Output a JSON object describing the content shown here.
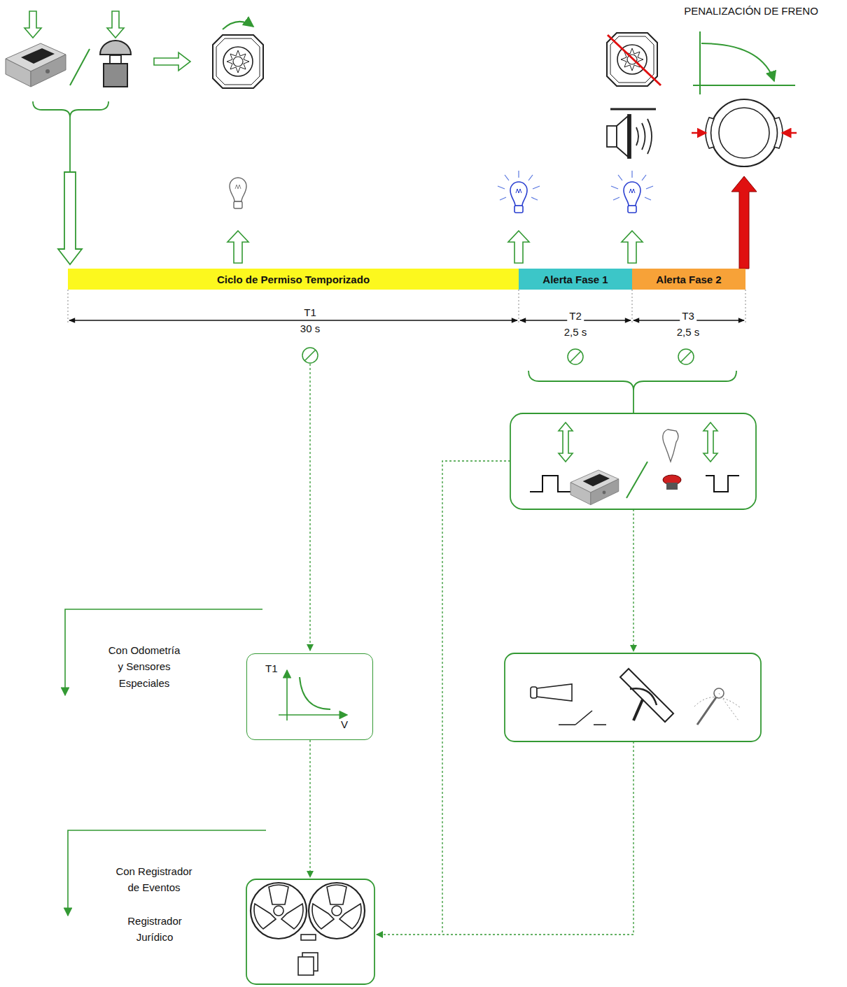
{
  "diagram": {
    "nodes": [
      {
        "text": [
          "Ciclo de Permiso Temporizado"
        ]
      },
      {
        "text": [
          "Alerta Fase 1"
        ]
      },
      {
        "text": [
          "Alerta Fase 2"
        ]
      },
      {
        "text": [
          "T1",
          "V"
        ]
      }
    ],
    "labels": [
      "PENALIZACIÓN DE FRENO",
      "T1",
      "30 s",
      "T2",
      "2,5 s",
      "T3",
      "2,5 s",
      "Con Odometría y Sensores Especiales",
      "Con Registrador de Eventos",
      "Registrador Jurídico"
    ]
  }
}
